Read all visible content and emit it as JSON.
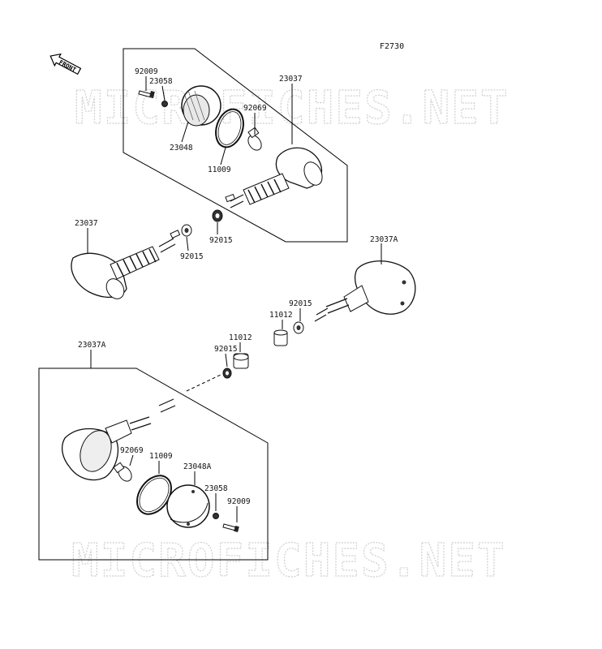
{
  "figure_code": "F2730",
  "front_label": "FRONT",
  "watermark": "MICROFICHES.NET",
  "parts": {
    "upper_rear": {
      "bolt": "92009",
      "washer": "23058",
      "housing": "23037",
      "bulb": "92069",
      "lens": "23048",
      "gasket": "11009",
      "grommet": "92015"
    },
    "left_signal": {
      "housing": "23037",
      "grommet": "92015"
    },
    "right_signal": {
      "housing": "23037A",
      "grommet": "92015",
      "collar": "11012"
    },
    "middle": {
      "collar": "11012",
      "grommet": "92015"
    },
    "lower_front": {
      "housing": "23037A",
      "bulb": "92069",
      "gasket": "11009",
      "lens": "23048A",
      "washer": "23058",
      "bolt": "92009"
    }
  }
}
